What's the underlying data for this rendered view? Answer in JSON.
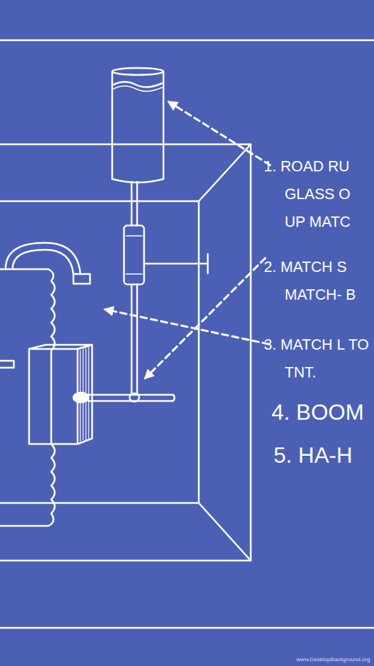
{
  "diagram": {
    "labels": [
      "1. ROAD RU GLASS O UP MATC",
      "2. MATCH S MATCH- B",
      "3. MATCH L TO TNT.",
      "4. BOOM",
      "5. HA-H",
      "www.DesktopBackground.org"
    ]
  }
}
